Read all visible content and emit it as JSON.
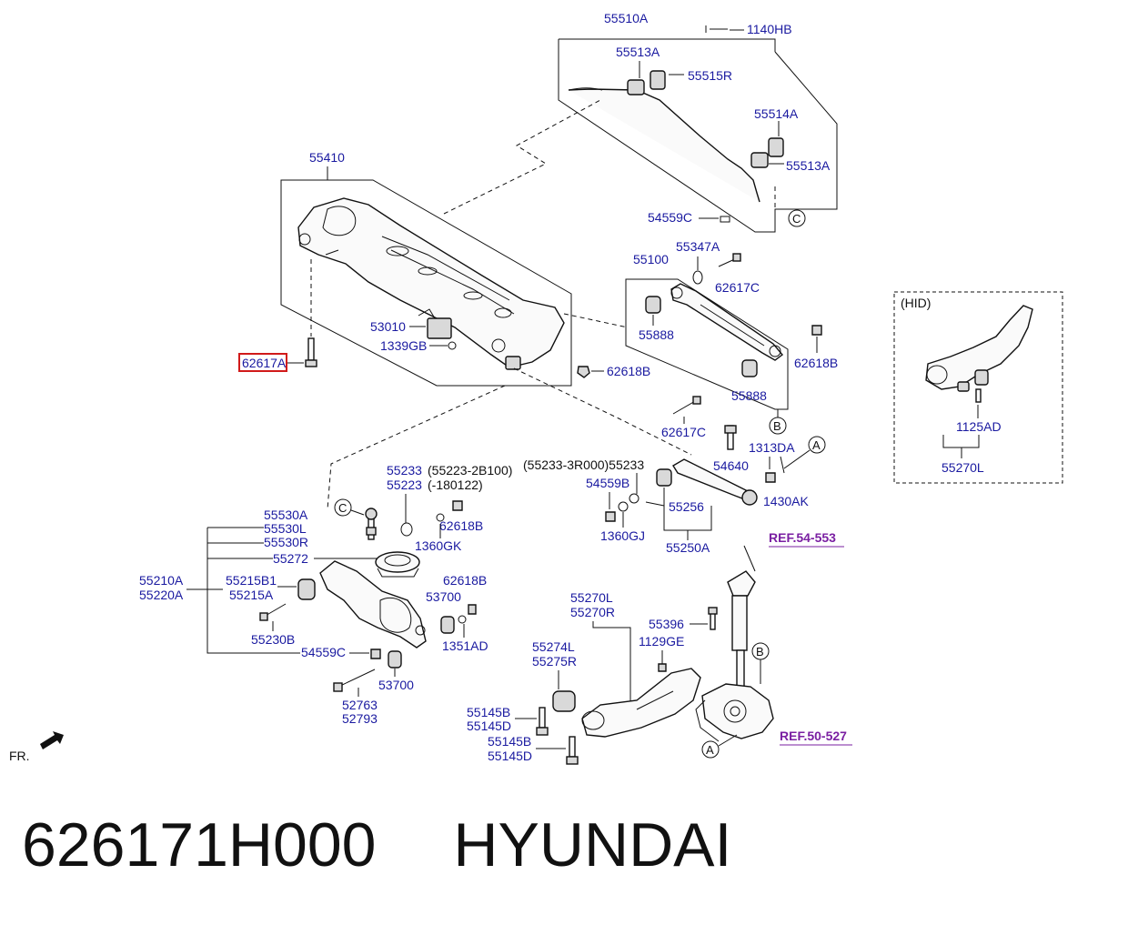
{
  "labels": {
    "l_55510A": "55510A",
    "l_1140HB": "1140HB",
    "l_55513A_top": "55513A",
    "l_55515R": "55515R",
    "l_55514A": "55514A",
    "l_55513A_right": "55513A",
    "l_54559C_top": "54559C",
    "l_55410": "55410",
    "l_53010": "53010",
    "l_1339GB": "1339GB",
    "l_62617A": "62617A",
    "l_62618B_sub": "62618B",
    "l_55347A": "55347A",
    "l_55100": "55100",
    "l_62617C_top": "62617C",
    "l_55888_a": "55888",
    "l_62618B_right": "62618B",
    "l_55888_b": "55888",
    "l_62617C_mid": "62617C",
    "l_1313DA": "1313DA",
    "l_54640": "54640",
    "l_1430AK": "1430AK",
    "l_55233_r_note": "(55233-3R000)55233",
    "l_54559B": "54559B",
    "l_55256": "55256",
    "l_1360GJ": "1360GJ",
    "l_55250A": "55250A",
    "l_55233_l": "55233",
    "l_55233_l_note": "(55223-2B100)",
    "l_55223": "55223",
    "l_55223_note": "(-180122)",
    "l_62618B_link": "62618B",
    "l_1360GK": "1360GK",
    "l_55530A": "55530A",
    "l_55530L": "55530L",
    "l_55530R": "55530R",
    "l_55272": "55272",
    "l_55210A": "55210A",
    "l_55220A": "55220A",
    "l_55215B1": "55215B1",
    "l_55215A": "55215A",
    "l_55230B": "55230B",
    "l_62618B_arm": "62618B",
    "l_53700_a": "53700",
    "l_1351AD": "1351AD",
    "l_54559C_low": "54559C",
    "l_53700_b": "53700",
    "l_52763": "52763",
    "l_52793": "52793",
    "l_55270L": "55270L",
    "l_55270R": "55270R",
    "l_55274L": "55274L",
    "l_55275R": "55275R",
    "l_55396": "55396",
    "l_1129GE": "1129GE",
    "l_55145B_a": "55145B",
    "l_55145D_a": "55145D",
    "l_55145B_b": "55145B",
    "l_55145D_b": "55145D",
    "l_hid": "(HID)",
    "l_1125AD": "1125AD",
    "l_55270L_hid": "55270L",
    "ref_54553": "REF.54-553",
    "ref_50527": "REF.50-527",
    "fr": "FR."
  },
  "callouts": {
    "a": "A",
    "b": "B",
    "c": "C"
  },
  "footer": {
    "part_number": "626171H000",
    "brand": "HYUNDAI"
  },
  "highlight_color": "#d11a1a",
  "label_color": "#1a1aa0",
  "ref_color": "#7a1fa2"
}
